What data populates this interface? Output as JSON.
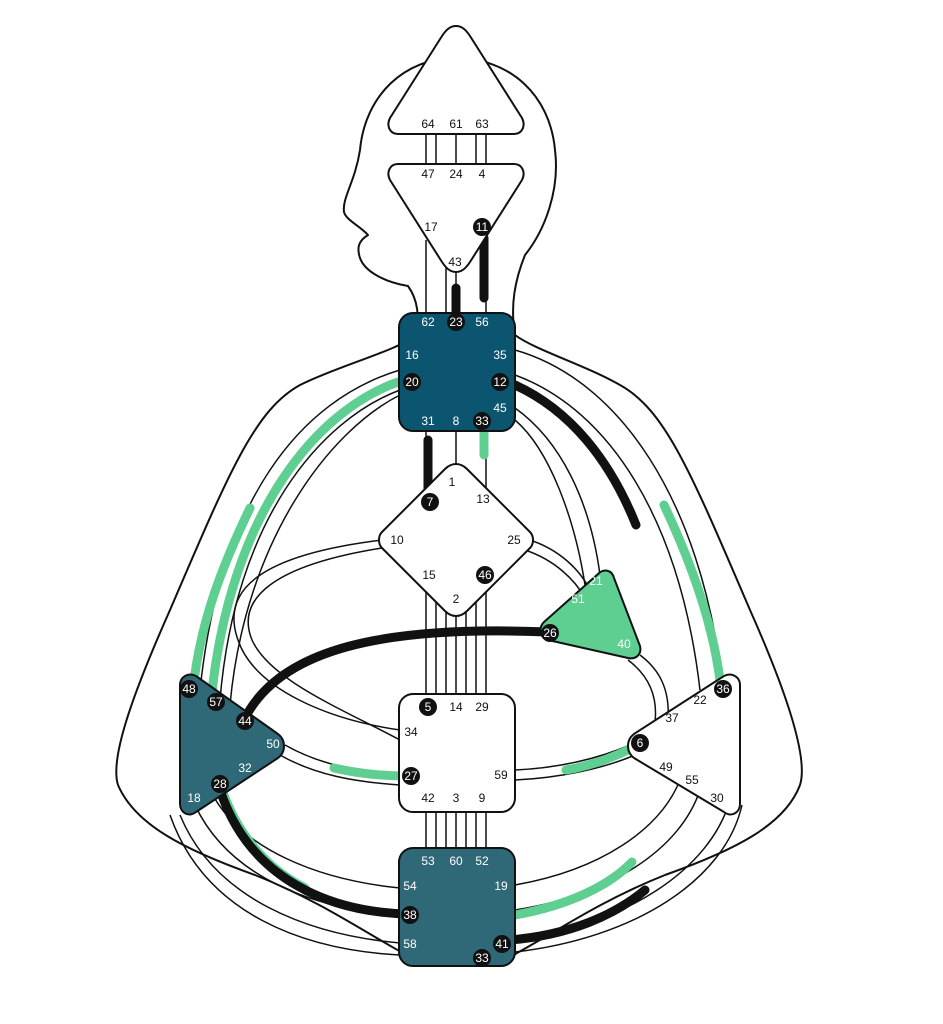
{
  "colors": {
    "outline": "#111111",
    "defined_dark": "#0b5570",
    "defined_slate": "#2f6877",
    "defined_green": "#5fcf91",
    "activation_black": "#111111",
    "activation_green": "#5fcf91",
    "open": "#ffffff"
  },
  "centers": {
    "head": {
      "state": "open",
      "gates": [
        "64",
        "61",
        "63"
      ]
    },
    "ajna": {
      "state": "open",
      "gates": [
        "47",
        "24",
        "4",
        "17",
        "11",
        "43"
      ]
    },
    "throat": {
      "state": "defined-dark",
      "gates": [
        "62",
        "23",
        "56",
        "16",
        "35",
        "20",
        "12",
        "45",
        "31",
        "8",
        "33"
      ]
    },
    "g": {
      "state": "open",
      "gates": [
        "1",
        "13",
        "7",
        "10",
        "25",
        "15",
        "46",
        "2"
      ]
    },
    "heart": {
      "state": "defined-green",
      "gates": [
        "21",
        "51",
        "26",
        "40"
      ]
    },
    "spleen": {
      "state": "defined-slate",
      "gates": [
        "48",
        "57",
        "44",
        "50",
        "32",
        "28",
        "18"
      ]
    },
    "sacral": {
      "state": "open",
      "gates": [
        "5",
        "14",
        "29",
        "34",
        "27",
        "59",
        "42",
        "3",
        "9"
      ]
    },
    "solar_plexus": {
      "state": "open",
      "gates": [
        "36",
        "22",
        "37",
        "6",
        "49",
        "55",
        "30"
      ]
    },
    "root": {
      "state": "defined-slate",
      "gates": [
        "53",
        "60",
        "52",
        "54",
        "19",
        "38",
        "58",
        "41",
        "33"
      ]
    }
  },
  "highlighted_gates": [
    "11",
    "23",
    "20",
    "12",
    "33",
    "7",
    "46",
    "26",
    "48",
    "57",
    "44",
    "28",
    "5",
    "27",
    "6",
    "36",
    "38",
    "41"
  ]
}
